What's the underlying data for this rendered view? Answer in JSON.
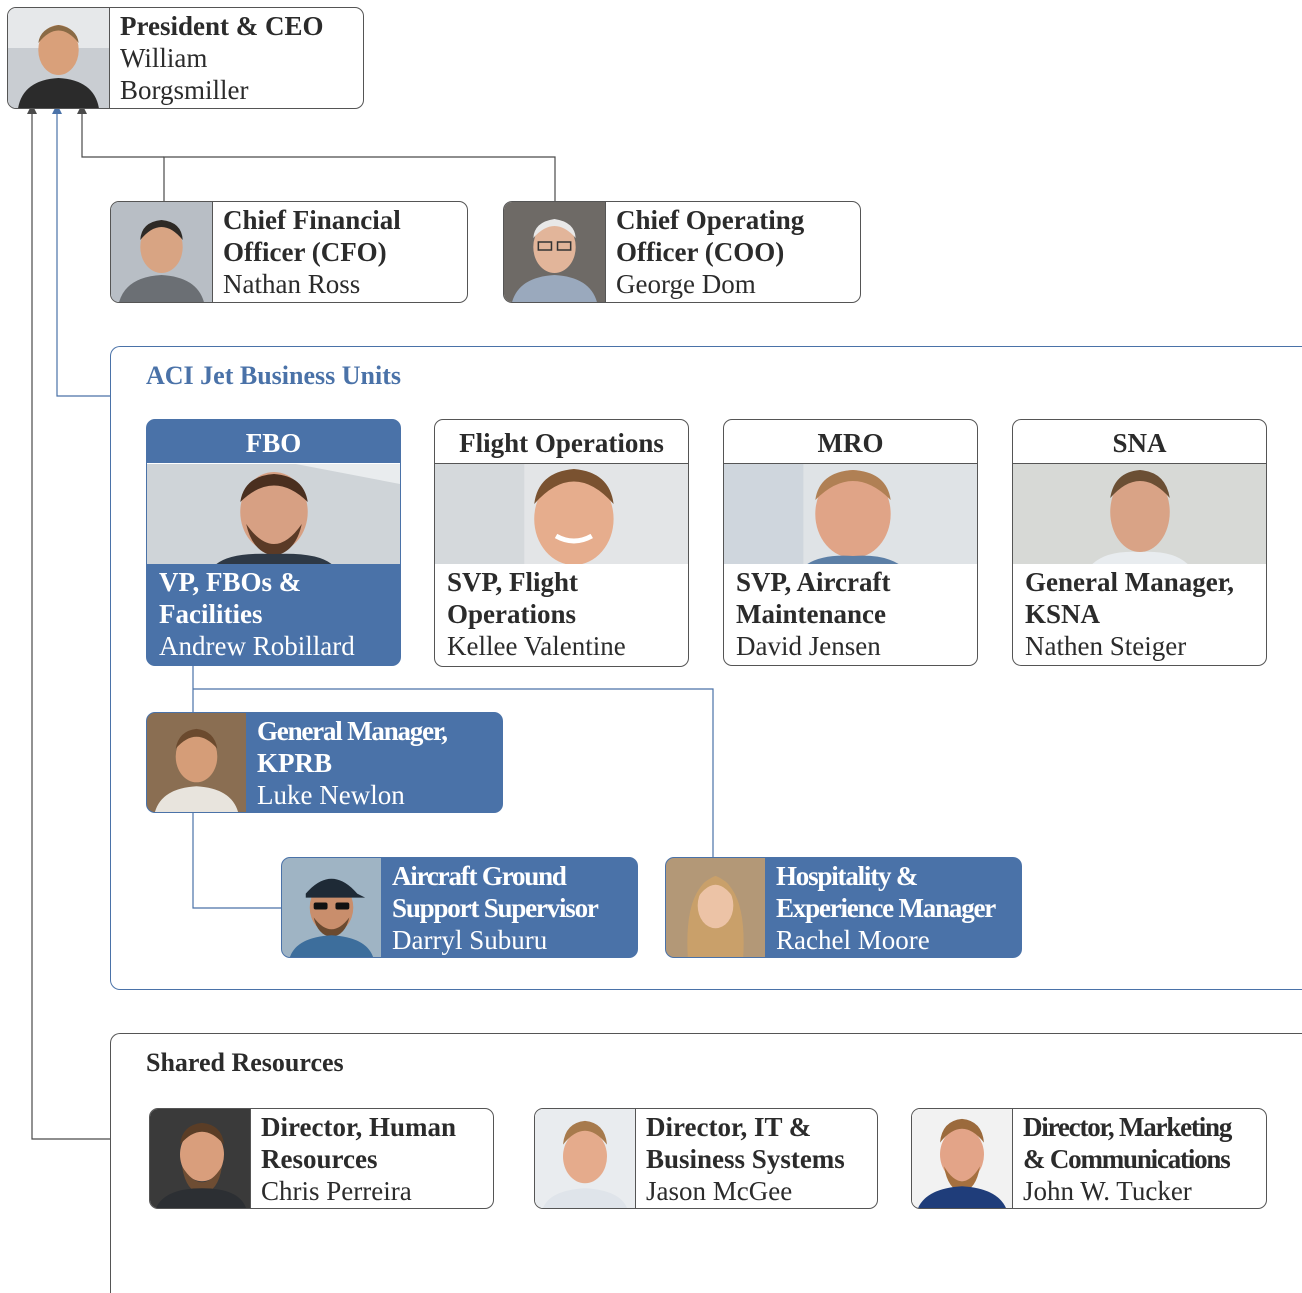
{
  "ceo": {
    "role": "President & CEO",
    "name_line1": "William",
    "name_line2": "Borgsmiller"
  },
  "executives": [
    {
      "role_line1": "Chief Financial",
      "role_line2": "Officer (CFO)",
      "name": "Nathan Ross"
    },
    {
      "role_line1": "Chief Operating",
      "role_line2": "Officer (COO)",
      "name": "George Dom"
    }
  ],
  "business_units": {
    "title": "ACI Jet Business Units",
    "units": [
      {
        "header": "FBO",
        "role_line1": "VP, FBOs &",
        "role_line2": "Facilities",
        "name": "Andrew Robillard"
      },
      {
        "header": "Flight Operations",
        "role_line1": "SVP, Flight",
        "role_line2": "Operations",
        "name": "Kellee Valentine"
      },
      {
        "header": "MRO",
        "role_line1": "SVP, Aircraft",
        "role_line2": "Maintenance",
        "name": "David Jensen"
      },
      {
        "header": "SNA",
        "role_line1": "General Manager,",
        "role_line2": "KSNA",
        "name": "Nathen Steiger"
      }
    ],
    "fbo_staff": [
      {
        "role_line1": "General Manager,",
        "role_line2": "KPRB",
        "name": "Luke Newlon"
      },
      {
        "role_line1": "Aircraft Ground",
        "role_line2": "Support Supervisor",
        "name": "Darryl Suburu"
      },
      {
        "role_line1": "Hospitality &",
        "role_line2": "Experience Manager",
        "name": "Rachel Moore"
      }
    ]
  },
  "shared_resources": {
    "title": "Shared Resources",
    "members": [
      {
        "role_line1": "Director, Human",
        "role_line2": "Resources",
        "name": "Chris Perreira"
      },
      {
        "role_line1": "Director, IT &",
        "role_line2": "Business Systems",
        "name": "Jason McGee"
      },
      {
        "role_line1": "Director, Marketing",
        "role_line2": "& Communications",
        "name": "John W. Tucker"
      }
    ]
  },
  "colors": {
    "accent_blue": "#4a72a8",
    "connector_gray": "#555555",
    "text": "#2b2b2b"
  }
}
